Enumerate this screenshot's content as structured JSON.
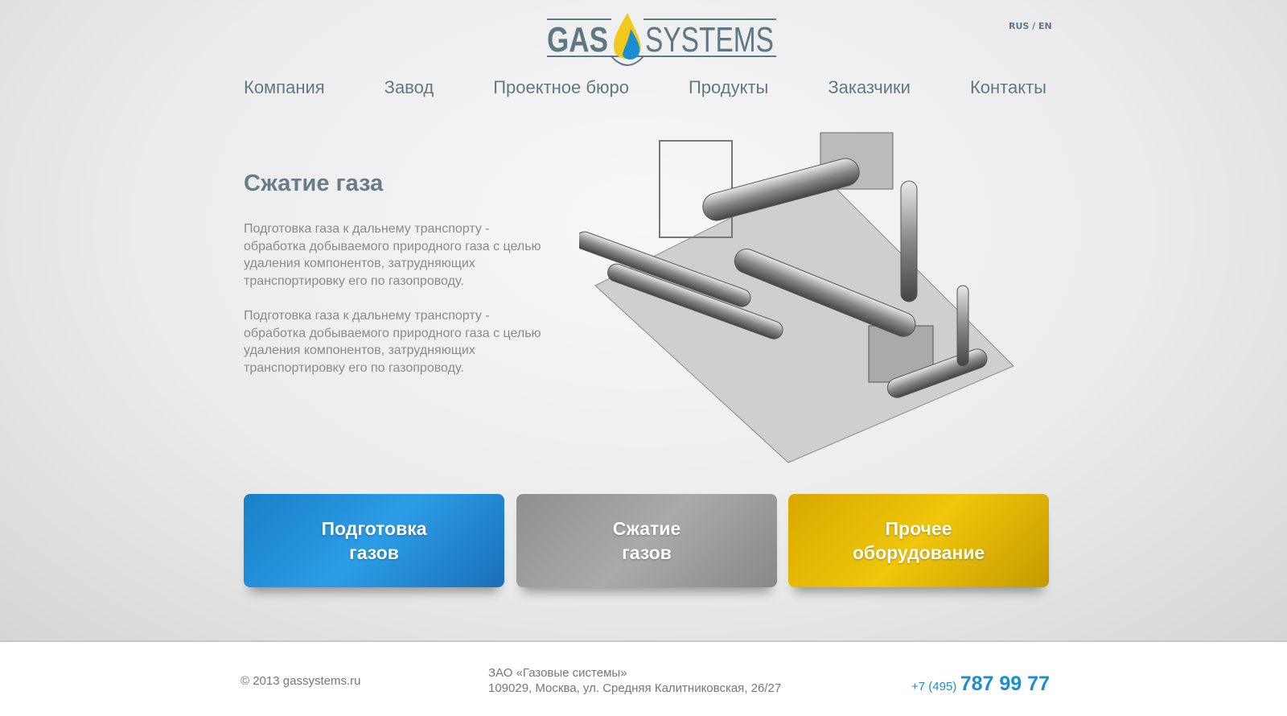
{
  "header": {
    "logo_text": "GAS SYSTEMS",
    "lang": "RUS / EN"
  },
  "nav": [
    "Компания",
    "Завод",
    "Проектное бюро",
    "Продукты",
    "Заказчики",
    "Контакты"
  ],
  "content": {
    "title": "Сжатие газа",
    "paragraphs": [
      "Подготовка газа к дальнему транспорту - обработка добываемого природного газа с целью удаления компонентов, затрудняющих транспортировку его по газопроводу.",
      "Подготовка газа к дальнему транспорту - обработка добываемого природного газа с целью удаления компонентов, затрудняющих транспортировку его по газопроводу."
    ]
  },
  "tiles": [
    {
      "line1": "Подготовка",
      "line2": "газов",
      "color": "#2b9de6"
    },
    {
      "line1": "Сжатие",
      "line2": "газов",
      "color": "#aaaaaa"
    },
    {
      "line1": "Прочее",
      "line2": "оборудование",
      "color": "#f0c60a"
    }
  ],
  "footer": {
    "copyright": "© 2013 gassystems.ru",
    "company": "ЗАО «Газовые системы»",
    "address": "109029, Москва, ул. Средняя Калитниковская, 26/27",
    "phone_prefix": "+7 (495)",
    "phone_number": "787 99 77"
  }
}
